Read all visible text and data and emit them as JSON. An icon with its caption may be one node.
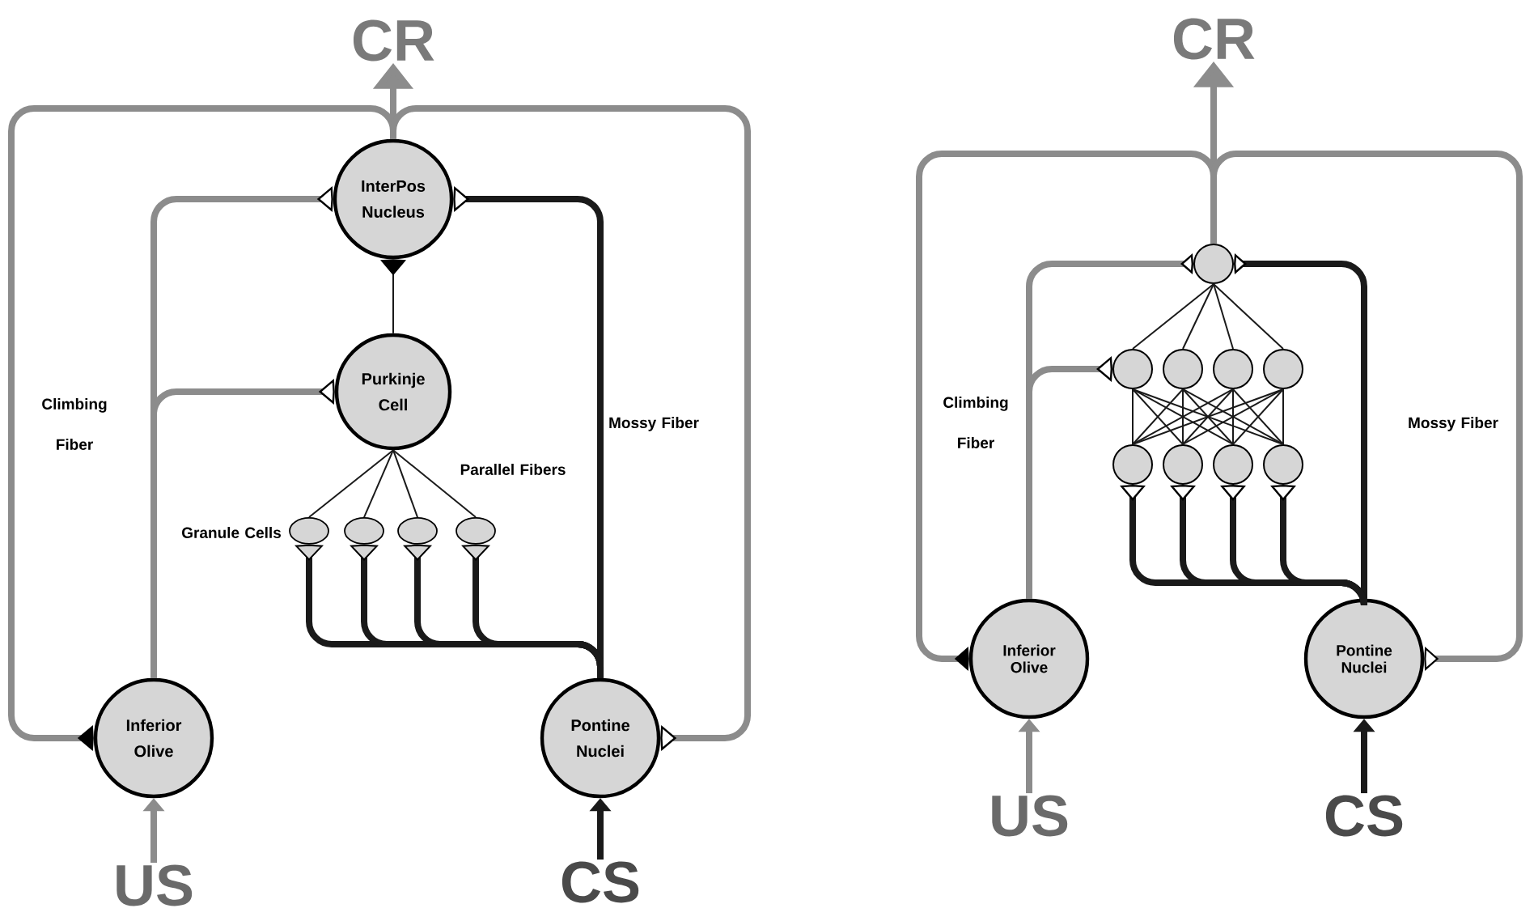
{
  "diagram": {
    "nodes": [
      {
        "text": [
          "CR"
        ]
      },
      {
        "text": [
          "InterPos Nucleus"
        ]
      },
      {
        "text": [
          "Purkinje Cell"
        ]
      },
      {
        "text": [],
        "shape": "ellipse"
      },
      {
        "text": [],
        "shape": "ellipse"
      },
      {
        "text": [],
        "shape": "ellipse"
      },
      {
        "text": [],
        "shape": "ellipse"
      },
      {
        "text": [
          "Inferior Olive"
        ]
      },
      {
        "text": [
          "Pontine Nuclei"
        ]
      },
      {
        "text": [
          "US"
        ]
      },
      {
        "text": [
          "CS"
        ]
      },
      {
        "text": [
          "CR"
        ]
      },
      {
        "text": [],
        "shape": "circle"
      },
      {
        "text": [],
        "shape": "circle"
      },
      {
        "text": [],
        "shape": "circle"
      },
      {
        "text": [],
        "shape": "circle"
      },
      {
        "text": [],
        "shape": "circle"
      },
      {
        "text": [],
        "shape": "circle"
      },
      {
        "text": [],
        "shape": "circle"
      },
      {
        "text": [],
        "shape": "circle"
      },
      {
        "text": [],
        "shape": "circle"
      },
      {
        "text": [
          "Inferior Olive"
        ]
      },
      {
        "text": [
          "Pontine Nuclei"
        ]
      },
      {
        "text": [
          "US"
        ]
      },
      {
        "text": [
          "CS"
        ]
      }
    ],
    "edges": [
      {
        "from": 1,
        "to": 0,
        "arrow": "to",
        "style": "thick",
        "color": "#8c8c8c"
      },
      {
        "from": 1,
        "to": 7,
        "arrow": "other",
        "style": "thick",
        "color": "#8c8c8c"
      },
      {
        "from": 1,
        "to": 8,
        "arrow": "other",
        "style": "thick",
        "color": "#8c8c8c"
      },
      {
        "from": 7,
        "to": 1,
        "arrow": "other",
        "style": "thick",
        "color": "#8c8c8c"
      },
      {
        "from": 7,
        "to": 2,
        "arrow": "other",
        "style": "thick",
        "color": "#8c8c8c"
      },
      {
        "from": 8,
        "to": 1,
        "arrow": "other",
        "style": "thick"
      },
      {
        "from": 8,
        "to": 3,
        "arrow": "other",
        "style": "thick"
      },
      {
        "from": 8,
        "to": 4,
        "arrow": "other",
        "style": "thick"
      },
      {
        "from": 8,
        "to": 5,
        "arrow": "other",
        "style": "thick"
      },
      {
        "from": 8,
        "to": 6,
        "arrow": "other",
        "style": "thick"
      },
      {
        "from": 3,
        "to": 2,
        "arrow": "none"
      },
      {
        "from": 4,
        "to": 2,
        "arrow": "none"
      },
      {
        "from": 5,
        "to": 2,
        "arrow": "none"
      },
      {
        "from": 6,
        "to": 2,
        "arrow": "none"
      },
      {
        "from": 2,
        "to": 1,
        "arrow": "other"
      },
      {
        "from": 9,
        "to": 7,
        "arrow": "to",
        "style": "thick",
        "color": "#8c8c8c"
      },
      {
        "from": 10,
        "to": 8,
        "arrow": "to",
        "style": "thick"
      },
      {
        "from": 12,
        "to": 11,
        "arrow": "to",
        "style": "thick",
        "color": "#8c8c8c"
      },
      {
        "from": 12,
        "to": 21,
        "arrow": "other",
        "style": "thick",
        "color": "#8c8c8c"
      },
      {
        "from": 12,
        "to": 22,
        "arrow": "other",
        "style": "thick",
        "color": "#8c8c8c"
      },
      {
        "from": 21,
        "to": 12,
        "arrow": "other",
        "style": "thick",
        "color": "#8c8c8c"
      },
      {
        "from": 21,
        "to": 13,
        "arrow": "other",
        "style": "thick",
        "color": "#8c8c8c"
      },
      {
        "from": 22,
        "to": 12,
        "arrow": "other",
        "style": "thick"
      },
      {
        "from": 22,
        "to": 17,
        "arrow": "other",
        "style": "thick"
      },
      {
        "from": 22,
        "to": 18,
        "arrow": "other",
        "style": "thick"
      },
      {
        "from": 22,
        "to": 19,
        "arrow": "other",
        "style": "thick"
      },
      {
        "from": 22,
        "to": 20,
        "arrow": "other",
        "style": "thick"
      },
      {
        "from": 13,
        "to": 12,
        "arrow": "none"
      },
      {
        "from": 14,
        "to": 12,
        "arrow": "none"
      },
      {
        "from": 15,
        "to": 12,
        "arrow": "none"
      },
      {
        "from": 16,
        "to": 12,
        "arrow": "none"
      },
      {
        "from": 17,
        "to": 13,
        "arrow": "none"
      },
      {
        "from": 17,
        "to": 14,
        "arrow": "none"
      },
      {
        "from": 17,
        "to": 15,
        "arrow": "none"
      },
      {
        "from": 17,
        "to": 16,
        "arrow": "none"
      },
      {
        "from": 18,
        "to": 13,
        "arrow": "none"
      },
      {
        "from": 18,
        "to": 14,
        "arrow": "none"
      },
      {
        "from": 18,
        "to": 15,
        "arrow": "none"
      },
      {
        "from": 18,
        "to": 16,
        "arrow": "none"
      },
      {
        "from": 19,
        "to": 13,
        "arrow": "none"
      },
      {
        "from": 19,
        "to": 14,
        "arrow": "none"
      },
      {
        "from": 19,
        "to": 15,
        "arrow": "none"
      },
      {
        "from": 19,
        "to": 16,
        "arrow": "none"
      },
      {
        "from": 20,
        "to": 13,
        "arrow": "none"
      },
      {
        "from": 20,
        "to": 14,
        "arrow": "none"
      },
      {
        "from": 20,
        "to": 15,
        "arrow": "none"
      },
      {
        "from": 20,
        "to": 16,
        "arrow": "none"
      },
      {
        "from": 23,
        "to": 21,
        "arrow": "to",
        "style": "thick",
        "color": "#8c8c8c"
      },
      {
        "from": 24,
        "to": 22,
        "arrow": "to",
        "style": "thick"
      }
    ],
    "labels": [
      "Climbing Fiber",
      "Mossy Fiber",
      "Parallel Fibers",
      "Granule Cells",
      "Climbing Fiber",
      "Mossy Fiber"
    ]
  }
}
